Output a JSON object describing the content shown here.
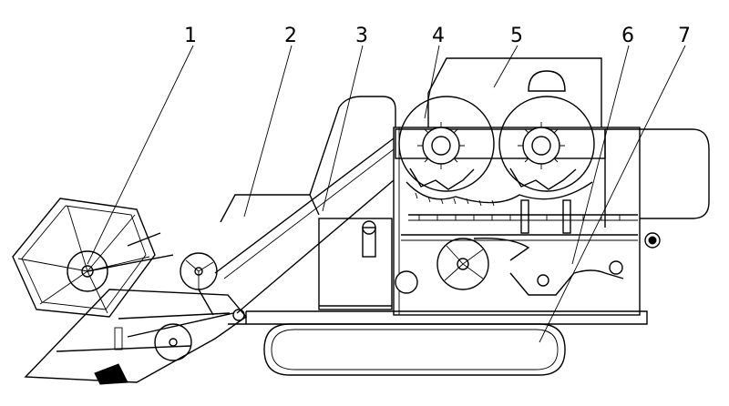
{
  "diagram": {
    "title": "",
    "callouts": [
      {
        "id": "1",
        "label": "1"
      },
      {
        "id": "2",
        "label": "2"
      },
      {
        "id": "3",
        "label": "3"
      },
      {
        "id": "4",
        "label": "4"
      },
      {
        "id": "5",
        "label": "5"
      },
      {
        "id": "6",
        "label": "6"
      },
      {
        "id": "7",
        "label": "7"
      }
    ]
  },
  "colors": {
    "line": "#000000",
    "background": "#ffffff"
  }
}
